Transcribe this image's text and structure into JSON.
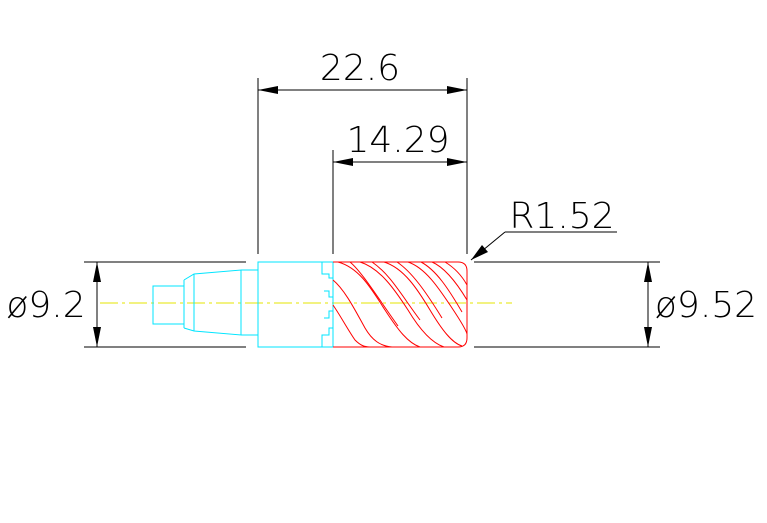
{
  "drawing": {
    "colors": {
      "dimension": "#000000",
      "shank": "#00e5ff",
      "cutter": "#ff0000",
      "centerline": "#e6e600",
      "background": "#ffffff"
    },
    "dimensions": {
      "overall_length": "22.6",
      "cutting_length": "14.29",
      "corner_radius": "R1.52",
      "shank_diameter": "ø9.2",
      "cutter_diameter": "ø9.52"
    }
  }
}
